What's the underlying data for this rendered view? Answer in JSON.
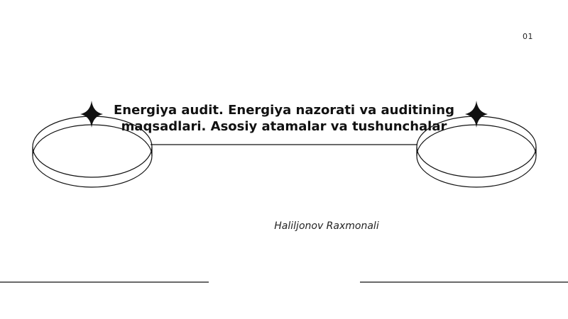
{
  "slide": {
    "page_number": "01",
    "title_lines": [
      "Energiya audit. Energiya nazorati va auditining",
      "maqsadlari. Asosiy atamalar va tushunchalar"
    ],
    "author": "Haliljonov Raxmonali"
  },
  "decor": {
    "line_color": "#111111",
    "star_color": "#111111"
  }
}
